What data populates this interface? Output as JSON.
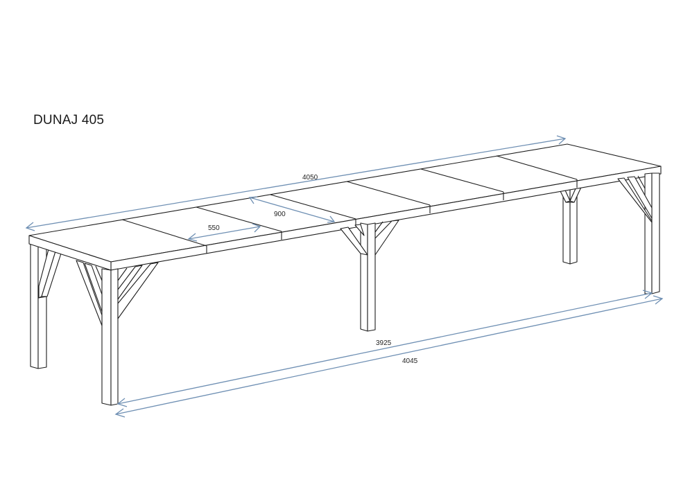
{
  "title": "DUNAJ 405",
  "dimension_color": "#6e8fb3",
  "line_color": "#1c1c1c",
  "dimensions": {
    "top_length": "4050",
    "leaf_900": "900",
    "leaf_550": "550",
    "leg_span": "3925",
    "overall_base": "4045"
  },
  "drawing": {
    "subject": "extendable table line drawing",
    "leaves_visible": 7,
    "legs_visible": 5
  }
}
